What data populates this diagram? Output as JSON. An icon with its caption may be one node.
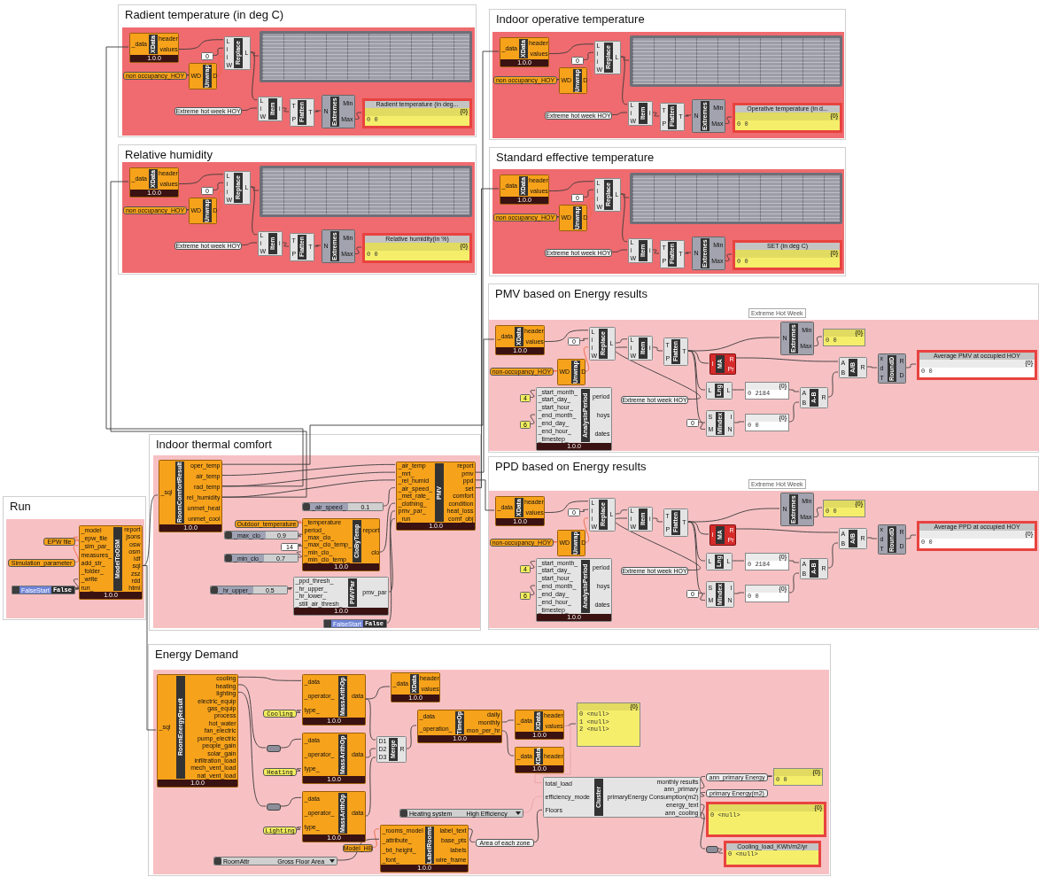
{
  "diagram": {
    "nodes": [
      {
        "text": [
          "Radient temperature (in deg C)"
        ]
      },
      {
        "text": [
          "XData",
          "_data",
          "header",
          "values",
          "1.0.0"
        ],
        "in": 0
      },
      {
        "text": [
          "0"
        ],
        "in": 0
      },
      {
        "text": [
          "Unwrap",
          "WD",
          "D"
        ],
        "in": 0
      },
      {
        "text": [
          "non occupancy_HOY"
        ],
        "in": 0
      },
      {
        "text": [
          "Replace",
          "L",
          "i",
          "i",
          "W",
          "L"
        ],
        "in": 0
      },
      {
        "text": [],
        "shape": "box",
        "in": 0
      },
      {
        "text": [
          "Extreme hot week HOY"
        ],
        "in": 0
      },
      {
        "text": [
          "Item",
          "L",
          "i",
          "W",
          "i"
        ],
        "in": 0
      },
      {
        "text": [
          "Flatten",
          "T",
          "P",
          "T"
        ],
        "in": 0
      },
      {
        "text": [
          "Extremes",
          "N",
          "Min",
          "Max"
        ],
        "in": 0
      },
      {
        "text": [
          "Radient temperature (in deg...",
          "{0}",
          "0 0"
        ],
        "in": 0
      },
      {
        "text": [
          "Indoor operative temperature"
        ]
      },
      {
        "text": [
          "XData",
          "_data",
          "header",
          "values",
          "1.0.0"
        ],
        "in": 12
      },
      {
        "text": [
          "0"
        ],
        "in": 12
      },
      {
        "text": [
          "Unwrap",
          "WD",
          "D"
        ],
        "in": 12
      },
      {
        "text": [
          "non occupancy_HOY"
        ],
        "in": 12
      },
      {
        "text": [
          "Replace",
          "L",
          "i",
          "i",
          "W",
          "L"
        ],
        "in": 12
      },
      {
        "text": [],
        "shape": "box",
        "in": 12
      },
      {
        "text": [
          "Extreme hot week HOY"
        ],
        "in": 12
      },
      {
        "text": [
          "Item",
          "L",
          "i",
          "W",
          "i"
        ],
        "in": 12
      },
      {
        "text": [
          "Flatten",
          "T",
          "P",
          "T"
        ],
        "in": 12
      },
      {
        "text": [
          "Extremes",
          "N",
          "Min",
          "Max"
        ],
        "in": 12
      },
      {
        "text": [
          "Operative temperature (in d...",
          "{0}",
          "0 0"
        ],
        "in": 12
      },
      {
        "text": [
          "Relative humidity"
        ]
      },
      {
        "text": [
          "XData",
          "_data",
          "header",
          "values",
          "1.0.0"
        ],
        "in": 24
      },
      {
        "text": [
          "0"
        ],
        "in": 24
      },
      {
        "text": [
          "Unwrap",
          "WD",
          "D"
        ],
        "in": 24
      },
      {
        "text": [
          "non occupancy_HOY"
        ],
        "in": 24
      },
      {
        "text": [
          "Replace",
          "L",
          "i",
          "i",
          "W",
          "L"
        ],
        "in": 24
      },
      {
        "text": [],
        "shape": "box",
        "in": 24
      },
      {
        "text": [
          "Extreme hot week HOY"
        ],
        "in": 24
      },
      {
        "text": [
          "Item",
          "L",
          "i",
          "W",
          "i"
        ],
        "in": 24
      },
      {
        "text": [
          "Flatten",
          "T",
          "P",
          "T"
        ],
        "in": 24
      },
      {
        "text": [
          "Extremes",
          "N",
          "Min",
          "Max"
        ],
        "in": 24
      },
      {
        "text": [
          "Relative humidity(in %)",
          "{0}",
          "0 0"
        ],
        "in": 24
      },
      {
        "text": [
          "Standard effective temperature"
        ]
      },
      {
        "text": [
          "XData",
          "_data",
          "header",
          "values",
          "1.0.0"
        ],
        "in": 36
      },
      {
        "text": [
          "0"
        ],
        "in": 36
      },
      {
        "text": [
          "Unwrap",
          "WD",
          "D"
        ],
        "in": 36
      },
      {
        "text": [
          "non occupancy_HOY"
        ],
        "in": 36
      },
      {
        "text": [
          "Replace",
          "L",
          "i",
          "i",
          "W",
          "L"
        ],
        "in": 36
      },
      {
        "text": [],
        "shape": "box",
        "in": 36
      },
      {
        "text": [
          "Extreme hot week HOY"
        ],
        "in": 36
      },
      {
        "text": [
          "Item",
          "L",
          "i",
          "W",
          "i"
        ],
        "in": 36
      },
      {
        "text": [
          "Flatten",
          "T",
          "P",
          "T"
        ],
        "in": 36
      },
      {
        "text": [
          "Extremes",
          "N",
          "Min",
          "Max"
        ],
        "in": 36
      },
      {
        "text": [
          "SET (in deg C)",
          "{0}",
          "0 0"
        ],
        "in": 36
      },
      {
        "text": [
          "PMV based on Energy results"
        ]
      },
      {
        "text": [
          "XData",
          "_data",
          "header",
          "values",
          "1.0.0"
        ],
        "in": 48
      },
      {
        "text": [
          "0"
        ],
        "in": 48
      },
      {
        "text": [
          "Replace",
          "L",
          "i",
          "i",
          "W",
          "L"
        ],
        "in": 48
      },
      {
        "text": [
          "non-occupancy_HOY"
        ],
        "in": 48
      },
      {
        "text": [
          "Unwrap",
          "WD",
          "D"
        ],
        "in": 48
      },
      {
        "text": [
          "Extreme hot week HOY"
        ],
        "in": 48
      },
      {
        "text": [
          "Item",
          "L",
          "i",
          "W",
          "i"
        ],
        "in": 48
      },
      {
        "text": [
          "Flatten",
          "T",
          "P",
          "T"
        ],
        "in": 48
      },
      {
        "text": [
          "Extremes",
          "N",
          "Min",
          "Max"
        ],
        "in": 48
      },
      {
        "text": [
          "{0}",
          "0 0"
        ],
        "in": 48
      },
      {
        "text": [
          "MA",
          "I",
          "R",
          "Pr"
        ],
        "in": 48
      },
      {
        "text": [
          "Lng",
          "L",
          "L"
        ],
        "in": 48
      },
      {
        "text": [
          "{0}",
          "0 2184"
        ],
        "in": 48
      },
      {
        "text": [
          "MIndex",
          "S",
          "M",
          "I",
          "N"
        ],
        "in": 48
      },
      {
        "text": [
          "0"
        ],
        "in": 48
      },
      {
        "text": [
          "{0}",
          "0 0"
        ],
        "in": 48
      },
      {
        "text": [
          "A-B",
          "A",
          "B",
          "R"
        ],
        "in": 48
      },
      {
        "text": [
          "A/B",
          "A",
          "B",
          "R"
        ],
        "in": 48
      },
      {
        "text": [
          "RoundD",
          "x",
          "d",
          "T",
          "R",
          "D"
        ],
        "in": 48
      },
      {
        "text": [
          "Average PMV at occupied HOY",
          "{0}",
          "0 0"
        ],
        "in": 48
      },
      {
        "text": [
          "4"
        ],
        "in": 48
      },
      {
        "text": [
          "6"
        ],
        "in": 48
      },
      {
        "text": [
          "AnalysisPeriod",
          "_start_month_",
          "_start_day_",
          "_start_hour_",
          "_end_month_",
          "_end_day_",
          "_end_hour_",
          "_timestep_",
          "period",
          "hoys",
          "dates",
          "1.0.0"
        ],
        "in": 48
      },
      {
        "text": [
          "PPD based on Energy results"
        ]
      },
      {
        "text": [
          "XData",
          "_data",
          "header",
          "values",
          "1.0.0"
        ],
        "in": 72
      },
      {
        "text": [
          "0"
        ],
        "in": 72
      },
      {
        "text": [
          "Replace",
          "L",
          "i",
          "i",
          "W",
          "L"
        ],
        "in": 72
      },
      {
        "text": [
          "non-occupancy_HOY"
        ],
        "in": 72
      },
      {
        "text": [
          "Unwrap",
          "WD",
          "D"
        ],
        "in": 72
      },
      {
        "text": [
          "Extreme hot week HOY"
        ],
        "in": 72
      },
      {
        "text": [
          "Item",
          "L",
          "i",
          "W",
          "i"
        ],
        "in": 72
      },
      {
        "text": [
          "Flatten",
          "T",
          "P",
          "T"
        ],
        "in": 72
      },
      {
        "text": [
          "Extremes",
          "N",
          "Min",
          "Max"
        ],
        "in": 72
      },
      {
        "text": [
          "{0}",
          "0 0"
        ],
        "in": 72
      },
      {
        "text": [
          "MA",
          "I",
          "R",
          "Pr"
        ],
        "in": 72
      },
      {
        "text": [
          "Lng",
          "L",
          "L"
        ],
        "in": 72
      },
      {
        "text": [
          "{0}",
          "0 2184"
        ],
        "in": 72
      },
      {
        "text": [
          "MIndex",
          "S",
          "M",
          "I",
          "N"
        ],
        "in": 72
      },
      {
        "text": [
          "0"
        ],
        "in": 72
      },
      {
        "text": [
          "{0}",
          "0 0"
        ],
        "in": 72
      },
      {
        "text": [
          "A-B",
          "A",
          "B",
          "R"
        ],
        "in": 72
      },
      {
        "text": [
          "A/B",
          "A",
          "B",
          "R"
        ],
        "in": 72
      },
      {
        "text": [
          "RoundD",
          "x",
          "d",
          "T",
          "R",
          "D"
        ],
        "in": 72
      },
      {
        "text": [
          "Average PPD at occupied HOY",
          "{0}",
          "0 0"
        ],
        "in": 72
      },
      {
        "text": [
          "4"
        ],
        "in": 72
      },
      {
        "text": [
          "6"
        ],
        "in": 72
      },
      {
        "text": [
          "AnalysisPeriod",
          "_start_month_",
          "_start_day_",
          "_start_hour_",
          "_end_month_",
          "_end_day_",
          "_end_hour_",
          "_timestep_",
          "period",
          "hoys",
          "dates",
          "1.0.0"
        ],
        "in": 72
      },
      {
        "text": [
          "Run"
        ]
      },
      {
        "text": [
          "EPW file"
        ],
        "in": 96
      },
      {
        "text": [
          "Simulation_parameter"
        ],
        "in": 96
      },
      {
        "text": [
          "FalseStart",
          "False"
        ],
        "in": 96
      },
      {
        "text": [
          "ModelToOSM",
          "_model",
          "_epw_file",
          "_sim_par_",
          "measures_",
          "add_str_",
          "_folder_",
          "_write",
          "run_",
          "report",
          "jsons",
          "osw",
          "osm",
          "idf",
          "sql",
          "zsz",
          "rdd",
          "html",
          "1.0.0"
        ],
        "in": 96
      },
      {
        "text": [
          "Indoor thermal comfort"
        ]
      },
      {
        "text": [
          "RoomComfortResult",
          "_sql",
          "oper_temp",
          "air_temp",
          "rad_temp",
          "rel_humidity",
          "unmet_heat",
          "unmet_cool",
          "1.0.0"
        ],
        "in": 101
      },
      {
        "text": [
          "PMV",
          "_air_temp",
          "_mrt_",
          "_rel_humid",
          "_air_speed_",
          "_met_rate_",
          "_clothing_",
          "pmv_par_",
          "_run",
          "report",
          "pmv",
          "ppd",
          "set",
          "comfort",
          "condition",
          "heat_loss",
          "comf_obj",
          "1.0.0"
        ],
        "in": 101
      },
      {
        "text": [
          "_air_speed_",
          "0.1"
        ],
        "in": 101
      },
      {
        "text": [
          "Outdoor_temperature"
        ],
        "in": 101
      },
      {
        "text": [
          "CloByTemp",
          "_temperature",
          "period_",
          "_max_clo_",
          "_max_clo_temp_",
          "_min_clo_",
          "_min_clo_temp_",
          "report",
          "clo",
          "1.0.0"
        ],
        "in": 101
      },
      {
        "text": [
          "_max_clo_",
          "0.9"
        ],
        "in": 101
      },
      {
        "text": [
          "14"
        ],
        "in": 101
      },
      {
        "text": [
          "_min_clo_",
          "0.7"
        ],
        "in": 101
      },
      {
        "text": [
          "_hr_upper_",
          "0.5"
        ],
        "in": 101
      },
      {
        "text": [
          "PMVPar",
          "_ppd_thresh_",
          "_hr_upper_",
          "_hr_lower_",
          "_still_air_thresh_",
          "pmv_par",
          "1.0.0"
        ],
        "in": 101
      },
      {
        "text": [
          "FalseStart",
          "False"
        ],
        "in": 101
      },
      {
        "text": [
          "Energy Demand"
        ]
      },
      {
        "text": [
          "RoomEnergyResult",
          "_sql",
          "cooling",
          "heating",
          "lighting",
          "electric_equip",
          "gas_equip",
          "process",
          "hot_water",
          "fan_electric",
          "pump_electric",
          "people_gain",
          "solar_gain",
          "infiltration_load",
          "mech_vent_load",
          "nat_vent_load",
          "1.0.0"
        ],
        "in": 113
      },
      {
        "text": [
          "MassArithOp",
          "_data",
          "_operator_",
          "type_",
          "data",
          "1.0.0"
        ],
        "in": 113
      },
      {
        "text": [
          "Cooling"
        ],
        "in": 113
      },
      {
        "text": [
          "XData",
          "_data",
          "header",
          "values",
          "1.0.0"
        ],
        "in": 113
      },
      {
        "text": [],
        "shape": "bar",
        "in": 113
      },
      {
        "text": [
          "MassArithOp",
          "_data",
          "_operator_",
          "type_",
          "data",
          "1.0.0"
        ],
        "in": 113
      },
      {
        "text": [
          "Heating"
        ],
        "in": 113
      },
      {
        "text": [
          "Merge",
          "D1",
          "D2",
          "D3",
          "R"
        ],
        "in": 113
      },
      {
        "text": [],
        "shape": "bar",
        "in": 113
      },
      {
        "text": [
          "MassArithOp",
          "_data",
          "_operator_",
          "type_",
          "data",
          "1.0.0"
        ],
        "in": 113
      },
      {
        "text": [
          "Lighting"
        ],
        "in": 113
      },
      {
        "text": [
          "TimeOp",
          "_data",
          "_operation_",
          "daily",
          "monthly",
          "mon_per_hr",
          "1.0.0"
        ],
        "in": 113
      },
      {
        "text": [
          "XData",
          "_data",
          "header",
          "values",
          "1.0.0"
        ],
        "in": 113
      },
      {
        "text": [
          "XData",
          "_data",
          "header",
          "1.0.0"
        ],
        "in": 113
      },
      {
        "text": [
          "{0}",
          "0 <null>",
          "1 <null>",
          "2 <null>"
        ],
        "in": 113
      },
      {
        "text": [
          "Cluster",
          "total_load",
          "efficiency_mode",
          "Floors",
          "monthly results",
          "ann_primary",
          "primaryEnergy Consumption(m2)",
          "energy_text",
          "ann_cooling"
        ],
        "in": 113
      },
      {
        "text": [
          "Heating system",
          "High Efficiency"
        ],
        "in": 113
      },
      {
        "text": [
          "ann_primary Energy"
        ],
        "in": 113
      },
      {
        "text": [
          "{0}",
          "0 0"
        ],
        "in": 113
      },
      {
        "text": [
          "primary Energy(m2)"
        ],
        "in": 113
      },
      {
        "text": [
          "{0}",
          "0 <null>"
        ],
        "in": 113
      },
      {
        "text": [],
        "shape": "bar",
        "in": 113
      },
      {
        "text": [
          "Cooling_load_KWh/m2/yr",
          "0 <null>"
        ],
        "in": 113
      },
      {
        "text": [
          "Model_HB"
        ],
        "in": 113
      },
      {
        "text": [
          "RoomAttr",
          "Gross Floor Area"
        ],
        "in": 113
      },
      {
        "text": [
          "LabelRooms",
          "_rooms_model",
          "_attribute_",
          "_txt_height_",
          "_font_",
          "label_text",
          "base_pts",
          "labels",
          "wire_frame",
          "1.0.0"
        ],
        "in": 113
      },
      {
        "text": [
          "Area of each zone"
        ],
        "in": 113
      }
    ],
    "edges": [
      {
        "from": 1,
        "to": 5,
        "arrow": "none"
      },
      {
        "from": 2,
        "to": 5,
        "arrow": "none"
      },
      {
        "from": 4,
        "to": 3,
        "arrow": "none"
      },
      {
        "from": 3,
        "to": 5,
        "arrow": "none",
        "color": "#f0643c"
      },
      {
        "from": 5,
        "to": 6,
        "arrow": "none"
      },
      {
        "from": 5,
        "to": 8,
        "arrow": "none"
      },
      {
        "from": 7,
        "to": 8,
        "arrow": "none"
      },
      {
        "from": 8,
        "to": 9,
        "arrow": "none"
      },
      {
        "from": 9,
        "to": 10,
        "arrow": "none"
      },
      {
        "from": 10,
        "to": 11,
        "arrow": "none"
      },
      {
        "from": 13,
        "to": 17,
        "arrow": "none"
      },
      {
        "from": 14,
        "to": 17,
        "arrow": "none"
      },
      {
        "from": 16,
        "to": 15,
        "arrow": "none"
      },
      {
        "from": 15,
        "to": 17,
        "arrow": "none",
        "color": "#f0643c"
      },
      {
        "from": 17,
        "to": 18,
        "arrow": "none"
      },
      {
        "from": 17,
        "to": 20,
        "arrow": "none"
      },
      {
        "from": 19,
        "to": 20,
        "arrow": "none"
      },
      {
        "from": 20,
        "to": 21,
        "arrow": "none"
      },
      {
        "from": 21,
        "to": 22,
        "arrow": "none"
      },
      {
        "from": 22,
        "to": 23,
        "arrow": "none"
      },
      {
        "from": 25,
        "to": 29,
        "arrow": "none"
      },
      {
        "from": 26,
        "to": 29,
        "arrow": "none"
      },
      {
        "from": 28,
        "to": 27,
        "arrow": "none"
      },
      {
        "from": 27,
        "to": 29,
        "arrow": "none",
        "color": "#f0643c"
      },
      {
        "from": 29,
        "to": 30,
        "arrow": "none"
      },
      {
        "from": 29,
        "to": 32,
        "arrow": "none"
      },
      {
        "from": 31,
        "to": 32,
        "arrow": "none"
      },
      {
        "from": 32,
        "to": 33,
        "arrow": "none"
      },
      {
        "from": 33,
        "to": 34,
        "arrow": "none"
      },
      {
        "from": 34,
        "to": 35,
        "arrow": "none"
      },
      {
        "from": 37,
        "to": 41,
        "arrow": "none"
      },
      {
        "from": 38,
        "to": 41,
        "arrow": "none"
      },
      {
        "from": 40,
        "to": 39,
        "arrow": "none"
      },
      {
        "from": 39,
        "to": 41,
        "arrow": "none",
        "color": "#f0643c"
      },
      {
        "from": 41,
        "to": 42,
        "arrow": "none"
      },
      {
        "from": 41,
        "to": 44,
        "arrow": "none"
      },
      {
        "from": 43,
        "to": 44,
        "arrow": "none"
      },
      {
        "from": 44,
        "to": 45,
        "arrow": "none"
      },
      {
        "from": 45,
        "to": 46,
        "arrow": "none"
      },
      {
        "from": 46,
        "to": 47,
        "arrow": "none"
      },
      {
        "from": 49,
        "to": 51,
        "arrow": "none"
      },
      {
        "from": 50,
        "to": 51,
        "arrow": "none"
      },
      {
        "from": 52,
        "to": 53,
        "arrow": "none",
        "color": "#f0643c"
      },
      {
        "from": 53,
        "to": 51,
        "arrow": "none",
        "color": "#f0643c"
      },
      {
        "from": 51,
        "to": 55,
        "arrow": "none"
      },
      {
        "from": 54,
        "to": 55,
        "arrow": "none"
      },
      {
        "from": 55,
        "to": 56,
        "arrow": "none"
      },
      {
        "from": 56,
        "to": 57,
        "arrow": "none"
      },
      {
        "from": 57,
        "to": 58,
        "arrow": "none"
      },
      {
        "from": 56,
        "to": 59,
        "arrow": "none"
      },
      {
        "from": 56,
        "to": 60,
        "arrow": "none"
      },
      {
        "from": 56,
        "to": 62,
        "arrow": "none"
      },
      {
        "from": 60,
        "to": 61,
        "arrow": "none"
      },
      {
        "from": 61,
        "to": 65,
        "arrow": "none"
      },
      {
        "from": 63,
        "to": 62,
        "arrow": "none"
      },
      {
        "from": 62,
        "to": 64,
        "arrow": "none"
      },
      {
        "from": 64,
        "to": 65,
        "arrow": "none"
      },
      {
        "from": 59,
        "to": 66,
        "arrow": "none"
      },
      {
        "from": 65,
        "to": 66,
        "arrow": "none"
      },
      {
        "from": 66,
        "to": 67,
        "arrow": "none"
      },
      {
        "from": 67,
        "to": 68,
        "arrow": "none"
      },
      {
        "from": 69,
        "to": 71,
        "arrow": "none"
      },
      {
        "from": 70,
        "to": 71,
        "arrow": "none"
      },
      {
        "from": 73,
        "to": 75,
        "arrow": "none"
      },
      {
        "from": 74,
        "to": 75,
        "arrow": "none"
      },
      {
        "from": 76,
        "to": 77,
        "arrow": "none",
        "color": "#f0643c"
      },
      {
        "from": 77,
        "to": 75,
        "arrow": "none",
        "color": "#f0643c"
      },
      {
        "from": 75,
        "to": 79,
        "arrow": "none"
      },
      {
        "from": 78,
        "to": 79,
        "arrow": "none"
      },
      {
        "from": 79,
        "to": 80,
        "arrow": "none"
      },
      {
        "from": 80,
        "to": 81,
        "arrow": "none"
      },
      {
        "from": 81,
        "to": 82,
        "arrow": "none"
      },
      {
        "from": 80,
        "to": 83,
        "arrow": "none"
      },
      {
        "from": 80,
        "to": 84,
        "arrow": "none"
      },
      {
        "from": 80,
        "to": 86,
        "arrow": "none"
      },
      {
        "from": 84,
        "to": 85,
        "arrow": "none"
      },
      {
        "from": 85,
        "to": 89,
        "arrow": "none"
      },
      {
        "from": 87,
        "to": 86,
        "arrow": "none"
      },
      {
        "from": 86,
        "to": 88,
        "arrow": "none"
      },
      {
        "from": 88,
        "to": 89,
        "arrow": "none"
      },
      {
        "from": 83,
        "to": 90,
        "arrow": "none"
      },
      {
        "from": 89,
        "to": 90,
        "arrow": "none"
      },
      {
        "from": 90,
        "to": 91,
        "arrow": "none"
      },
      {
        "from": 91,
        "to": 92,
        "arrow": "none"
      },
      {
        "from": 93,
        "to": 95,
        "arrow": "none"
      },
      {
        "from": 94,
        "to": 95,
        "arrow": "none"
      },
      {
        "from": 97,
        "to": 100,
        "arrow": "none",
        "color": "#f0643c"
      },
      {
        "from": 98,
        "to": 100,
        "arrow": "none",
        "color": "#f0643c"
      },
      {
        "from": 99,
        "to": 100,
        "arrow": "none"
      },
      {
        "from": 99,
        "to": 100,
        "arrow": "none"
      },
      {
        "from": 100,
        "to": 102,
        "arrow": "none"
      },
      {
        "from": 100,
        "to": 114,
        "arrow": "none"
      },
      {
        "from": 102,
        "to": 1,
        "arrow": "none"
      },
      {
        "from": 102,
        "to": 13,
        "arrow": "none"
      },
      {
        "from": 102,
        "to": 25,
        "arrow": "none"
      },
      {
        "from": 103,
        "to": 37,
        "arrow": "none"
      },
      {
        "from": 103,
        "to": 49,
        "arrow": "none"
      },
      {
        "from": 103,
        "to": 73,
        "arrow": "none"
      },
      {
        "from": 102,
        "to": 103,
        "arrow": "none"
      },
      {
        "from": 102,
        "to": 103,
        "arrow": "none"
      },
      {
        "from": 102,
        "to": 103,
        "arrow": "none"
      },
      {
        "from": 104,
        "to": 103,
        "arrow": "none"
      },
      {
        "from": 105,
        "to": 106,
        "arrow": "none",
        "color": "#f0643c"
      },
      {
        "from": 107,
        "to": 106,
        "arrow": "none"
      },
      {
        "from": 108,
        "to": 106,
        "arrow": "none"
      },
      {
        "from": 109,
        "to": 106,
        "arrow": "none"
      },
      {
        "from": 106,
        "to": 103,
        "arrow": "none"
      },
      {
        "from": 110,
        "to": 111,
        "arrow": "none"
      },
      {
        "from": 111,
        "to": 103,
        "arrow": "none"
      },
      {
        "from": 112,
        "to": 103,
        "arrow": "none"
      },
      {
        "from": 114,
        "to": 115,
        "arrow": "none"
      },
      {
        "from": 116,
        "to": 115,
        "arrow": "none"
      },
      {
        "from": 114,
        "to": 118,
        "arrow": "none"
      },
      {
        "from": 118,
        "to": 119,
        "arrow": "none"
      },
      {
        "from": 120,
        "to": 119,
        "arrow": "none"
      },
      {
        "from": 114,
        "to": 122,
        "arrow": "none"
      },
      {
        "from": 122,
        "to": 123,
        "arrow": "none"
      },
      {
        "from": 124,
        "to": 123,
        "arrow": "none"
      },
      {
        "from": 115,
        "to": 117,
        "arrow": "none"
      },
      {
        "from": 115,
        "to": 121,
        "arrow": "none"
      },
      {
        "from": 119,
        "to": 121,
        "arrow": "none"
      },
      {
        "from": 123,
        "to": 121,
        "arrow": "none"
      },
      {
        "from": 121,
        "to": 125,
        "arrow": "none"
      },
      {
        "from": 125,
        "to": 126,
        "arrow": "none"
      },
      {
        "from": 125,
        "to": 127,
        "arrow": "none"
      },
      {
        "from": 126,
        "to": 128,
        "arrow": "none"
      },
      {
        "from": 126,
        "to": 129,
        "arrow": "none",
        "color": "#e7a3a6"
      },
      {
        "from": 130,
        "to": 129,
        "arrow": "none",
        "color": "#e7a3a6"
      },
      {
        "from": 129,
        "to": 131,
        "arrow": "none"
      },
      {
        "from": 131,
        "to": 132,
        "arrow": "none"
      },
      {
        "from": 129,
        "to": 133,
        "arrow": "none"
      },
      {
        "from": 129,
        "to": 134,
        "arrow": "none"
      },
      {
        "from": 129,
        "to": 135,
        "arrow": "none"
      },
      {
        "from": 135,
        "to": 136,
        "arrow": "none"
      },
      {
        "from": 137,
        "to": 139,
        "arrow": "none",
        "color": "#f0643c"
      },
      {
        "from": 138,
        "to": 139,
        "arrow": "none"
      },
      {
        "from": 139,
        "to": 140,
        "arrow": "none"
      },
      {
        "from": 140,
        "to": 129,
        "arrow": "none"
      }
    ],
    "labels": [
      "Extreme Hot Week",
      "Extreme Hot Week"
    ]
  }
}
